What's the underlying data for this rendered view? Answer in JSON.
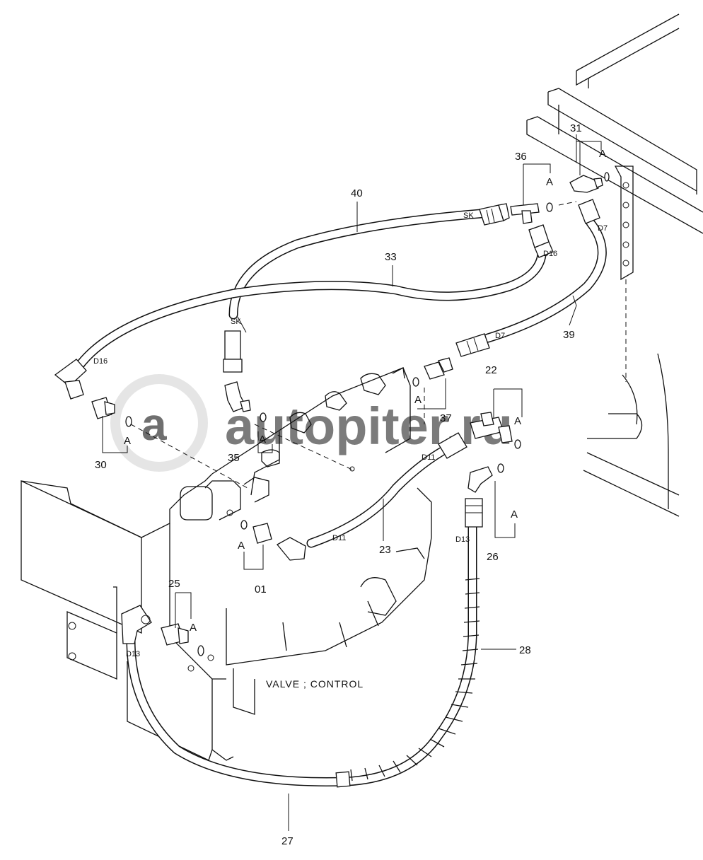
{
  "diagram": {
    "caption": "VALVE ; CONTROL",
    "watermark": "autopiter.ru",
    "part_numbers": {
      "p40": "40",
      "p33": "33",
      "p36": "36",
      "p31": "31",
      "p39": "39",
      "p22": "22",
      "p37": "37",
      "p30": "30",
      "p35": "35",
      "p23": "23",
      "p26": "26",
      "p01": "01",
      "p25": "25",
      "p28": "28",
      "p27": "27"
    },
    "codes": {
      "sk_upper": "SK",
      "sk_lower": "SK",
      "d16_left": "D16",
      "d16_right": "D16",
      "d7_upper": "D7",
      "d7_lower": "D7",
      "d11_upper": "D11",
      "d11_lower": "D11",
      "d13_right": "D13",
      "d13_left": "D13",
      "a_36": "A",
      "a_31": "A",
      "a_37": "A",
      "a_22": "A",
      "a_30": "A",
      "a_35": "A",
      "a_01": "A",
      "a_26": "A",
      "a_25": "A"
    }
  }
}
